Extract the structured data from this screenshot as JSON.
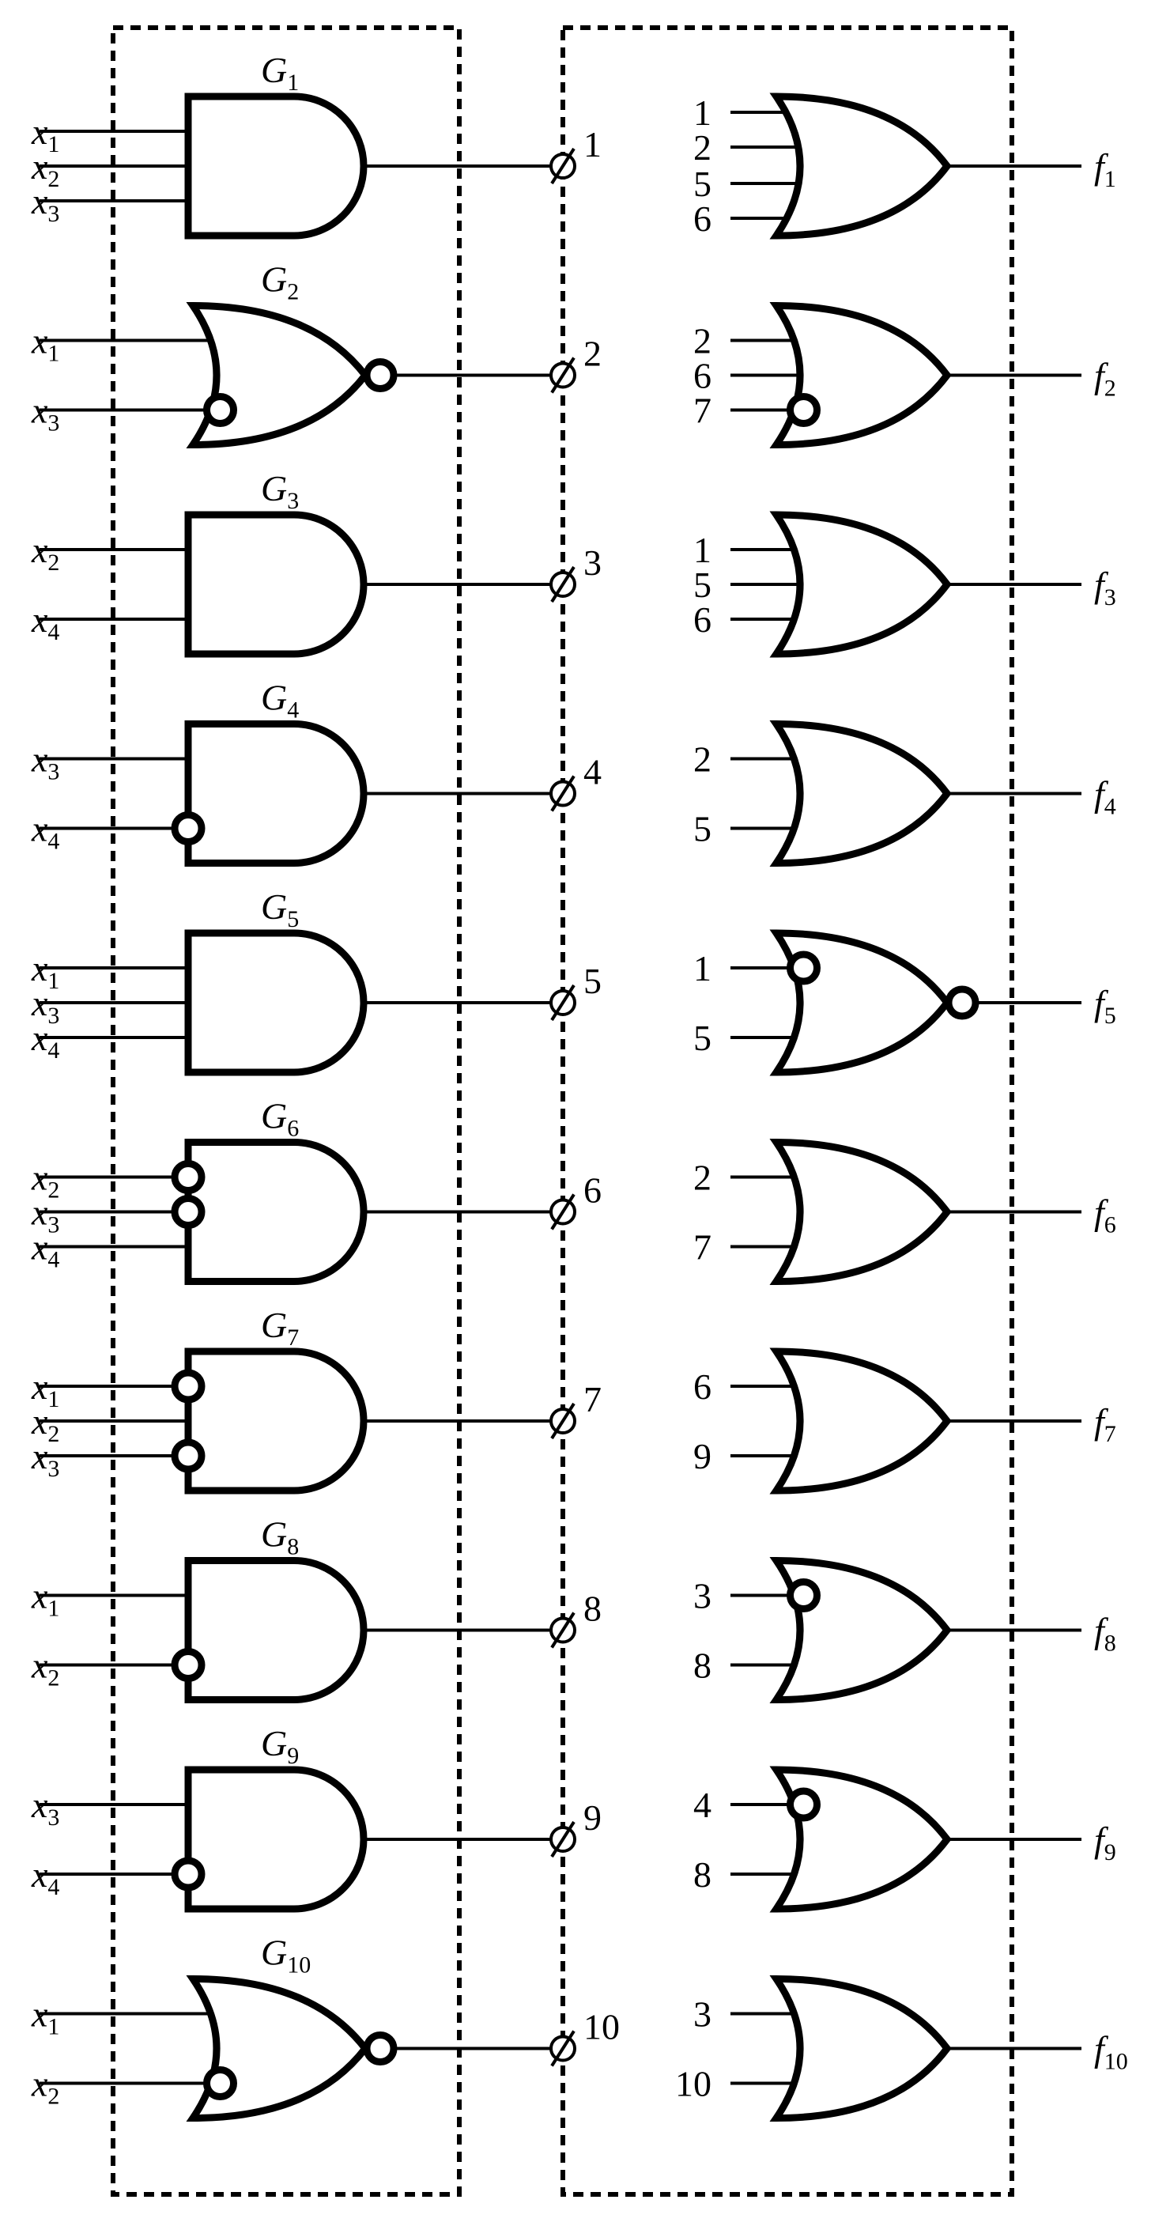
{
  "left_gates": [
    {
      "name": "G",
      "sub": "1",
      "type": "and",
      "inputs": [
        {
          "v": "x",
          "s": "1",
          "inv": false
        },
        {
          "v": "x",
          "s": "2",
          "inv": false
        },
        {
          "v": "x",
          "s": "3",
          "inv": false
        }
      ],
      "out_inv": false,
      "net": "1"
    },
    {
      "name": "G",
      "sub": "2",
      "type": "or",
      "inputs": [
        {
          "v": "x",
          "s": "1",
          "inv": false
        },
        {
          "v": "x",
          "s": "3",
          "inv": true
        }
      ],
      "out_inv": true,
      "net": "2"
    },
    {
      "name": "G",
      "sub": "3",
      "type": "and",
      "inputs": [
        {
          "v": "x",
          "s": "2",
          "inv": false
        },
        {
          "v": "x",
          "s": "4",
          "inv": false
        }
      ],
      "out_inv": false,
      "net": "3"
    },
    {
      "name": "G",
      "sub": "4",
      "type": "and",
      "inputs": [
        {
          "v": "x",
          "s": "3",
          "inv": false
        },
        {
          "v": "x",
          "s": "4",
          "inv": true
        }
      ],
      "out_inv": false,
      "net": "4"
    },
    {
      "name": "G",
      "sub": "5",
      "type": "and",
      "inputs": [
        {
          "v": "x",
          "s": "1",
          "inv": false
        },
        {
          "v": "x",
          "s": "3",
          "inv": false
        },
        {
          "v": "x",
          "s": "4",
          "inv": false
        }
      ],
      "out_inv": false,
      "net": "5"
    },
    {
      "name": "G",
      "sub": "6",
      "type": "and",
      "inputs": [
        {
          "v": "x",
          "s": "2",
          "inv": true
        },
        {
          "v": "x",
          "s": "3",
          "inv": true
        },
        {
          "v": "x",
          "s": "4",
          "inv": false
        }
      ],
      "out_inv": false,
      "net": "6"
    },
    {
      "name": "G",
      "sub": "7",
      "type": "and",
      "inputs": [
        {
          "v": "x",
          "s": "1",
          "inv": true
        },
        {
          "v": "x",
          "s": "2",
          "inv": false
        },
        {
          "v": "x",
          "s": "3",
          "inv": true
        }
      ],
      "out_inv": false,
      "net": "7"
    },
    {
      "name": "G",
      "sub": "8",
      "type": "and",
      "inputs": [
        {
          "v": "x",
          "s": "1",
          "inv": false
        },
        {
          "v": "x",
          "s": "2",
          "inv": true
        }
      ],
      "out_inv": false,
      "net": "8"
    },
    {
      "name": "G",
      "sub": "9",
      "type": "and",
      "inputs": [
        {
          "v": "x",
          "s": "3",
          "inv": false
        },
        {
          "v": "x",
          "s": "4",
          "inv": true
        }
      ],
      "out_inv": false,
      "net": "9"
    },
    {
      "name": "G",
      "sub": "10",
      "type": "or",
      "inputs": [
        {
          "v": "x",
          "s": "1",
          "inv": false
        },
        {
          "v": "x",
          "s": "2",
          "inv": true
        }
      ],
      "out_inv": true,
      "net": "10"
    }
  ],
  "right_gates": [
    {
      "inputs": [
        {
          "l": "1",
          "inv": false
        },
        {
          "l": "2",
          "inv": false
        },
        {
          "l": "5",
          "inv": false
        },
        {
          "l": "6",
          "inv": false
        }
      ],
      "out_inv": false,
      "out": "f",
      "sub": "1"
    },
    {
      "inputs": [
        {
          "l": "2",
          "inv": false
        },
        {
          "l": "6",
          "inv": false
        },
        {
          "l": "7",
          "inv": true
        }
      ],
      "out_inv": false,
      "out": "f",
      "sub": "2"
    },
    {
      "inputs": [
        {
          "l": "1",
          "inv": false
        },
        {
          "l": "5",
          "inv": false
        },
        {
          "l": "6",
          "inv": false
        }
      ],
      "out_inv": false,
      "out": "f",
      "sub": "3"
    },
    {
      "inputs": [
        {
          "l": "2",
          "inv": false
        },
        {
          "l": "5",
          "inv": false
        }
      ],
      "out_inv": false,
      "out": "f",
      "sub": "4"
    },
    {
      "inputs": [
        {
          "l": "1",
          "inv": true
        },
        {
          "l": "5",
          "inv": false
        }
      ],
      "out_inv": true,
      "out": "f",
      "sub": "5"
    },
    {
      "inputs": [
        {
          "l": "2",
          "inv": false
        },
        {
          "l": "7",
          "inv": false
        }
      ],
      "out_inv": false,
      "out": "f",
      "sub": "6"
    },
    {
      "inputs": [
        {
          "l": "6",
          "inv": false
        },
        {
          "l": "9",
          "inv": false
        }
      ],
      "out_inv": false,
      "out": "f",
      "sub": "7"
    },
    {
      "inputs": [
        {
          "l": "3",
          "inv": true
        },
        {
          "l": "8",
          "inv": false
        }
      ],
      "out_inv": false,
      "out": "f",
      "sub": "8"
    },
    {
      "inputs": [
        {
          "l": "4",
          "inv": true
        },
        {
          "l": "8",
          "inv": false
        }
      ],
      "out_inv": false,
      "out": "f",
      "sub": "9"
    },
    {
      "inputs": [
        {
          "l": "3",
          "inv": false
        },
        {
          "l": "10",
          "inv": false
        }
      ],
      "out_inv": false,
      "out": "f",
      "sub": "10"
    }
  ]
}
